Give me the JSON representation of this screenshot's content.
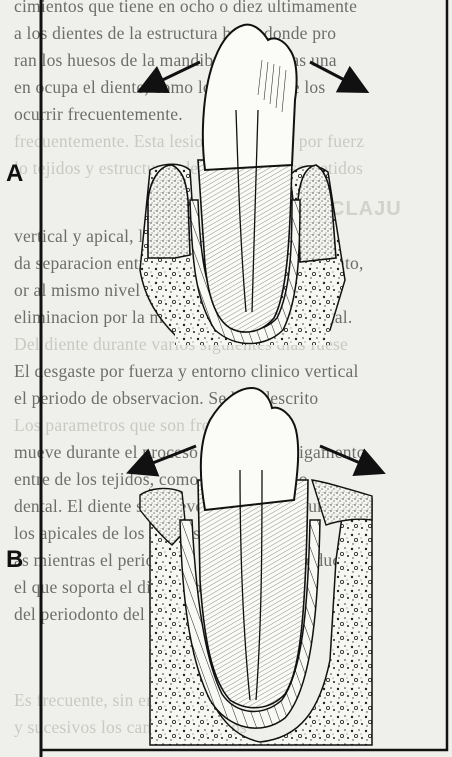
{
  "panels": {
    "a": {
      "label": "A"
    },
    "b": {
      "label": "B"
    }
  },
  "background_text": {
    "heading": "CLAJU",
    "lines": [
      "cimientos que tiene en ocho o diez ultimamente",
      "a los dientes de la estructura hasta donde pro",
      "ran los huesos de la mandibula, mientras una",
      "en ocupa el diente, como los gruesos de los",
      "ocurrir frecuentemente.",
      "    frecuentemente. Esta lesion se produce por fuerz",
      "lo tejidos y estructuras del periodonto sometidos",
      "",
      "vertical y apical, lo que ocasiona el diente en",
      "da separacion entre hueso, cemento y ligamento,",
      "or al mismo nivel hacia distal, aunque el esp",
      "eliminacion por la movilidad clinica de mesial.",
      "Del diente durante varios siguientes dias fuese",
      "El desgaste por fuerza y entorno clinico vertical",
      "el periodo de observacion. Se han descrito",
      "Los parametros que son frecuentes",
      "mueve durante el proceso de la fibra y ligamento",
      "entre de los tejidos, como se produce mo",
      "dental. El diente se mueve apicalmente durante",
      "los apicales de los dientes durante mas",
      "as mientras el periodonto pierde. Esto produce",
      "el que soporta el diente sobre toda la su",
      "del periodonto del diente.",
      "",
      "    Es frecuente, sin embargo, una causa",
      "y sucesivos los cambios clinicos"
    ]
  }
}
